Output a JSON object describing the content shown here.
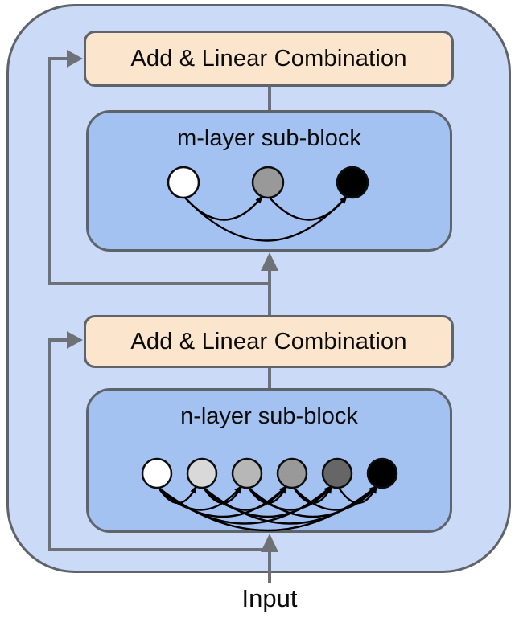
{
  "diagram": {
    "input_label": "Input",
    "colors": {
      "outer_fill": "#cbdaf7",
      "subblock_fill": "#a4c2f1",
      "combine_fill": "#fce5cd",
      "border": "#5f646a",
      "line": "#6e7277",
      "arc": "#000000"
    },
    "upper_block": {
      "combine_label": "Add & Linear Combination",
      "sublabel": "m-layer sub-block",
      "node_colors": [
        "#ffffff",
        "#999999",
        "#000000"
      ],
      "connectivity": "dense-forward"
    },
    "lower_block": {
      "combine_label": "Add & Linear Combination",
      "sublabel": "n-layer sub-block",
      "node_colors": [
        "#ffffff",
        "#d9d9d9",
        "#b7b7b7",
        "#999999",
        "#666666",
        "#000000"
      ],
      "connectivity": "dense-forward"
    }
  }
}
